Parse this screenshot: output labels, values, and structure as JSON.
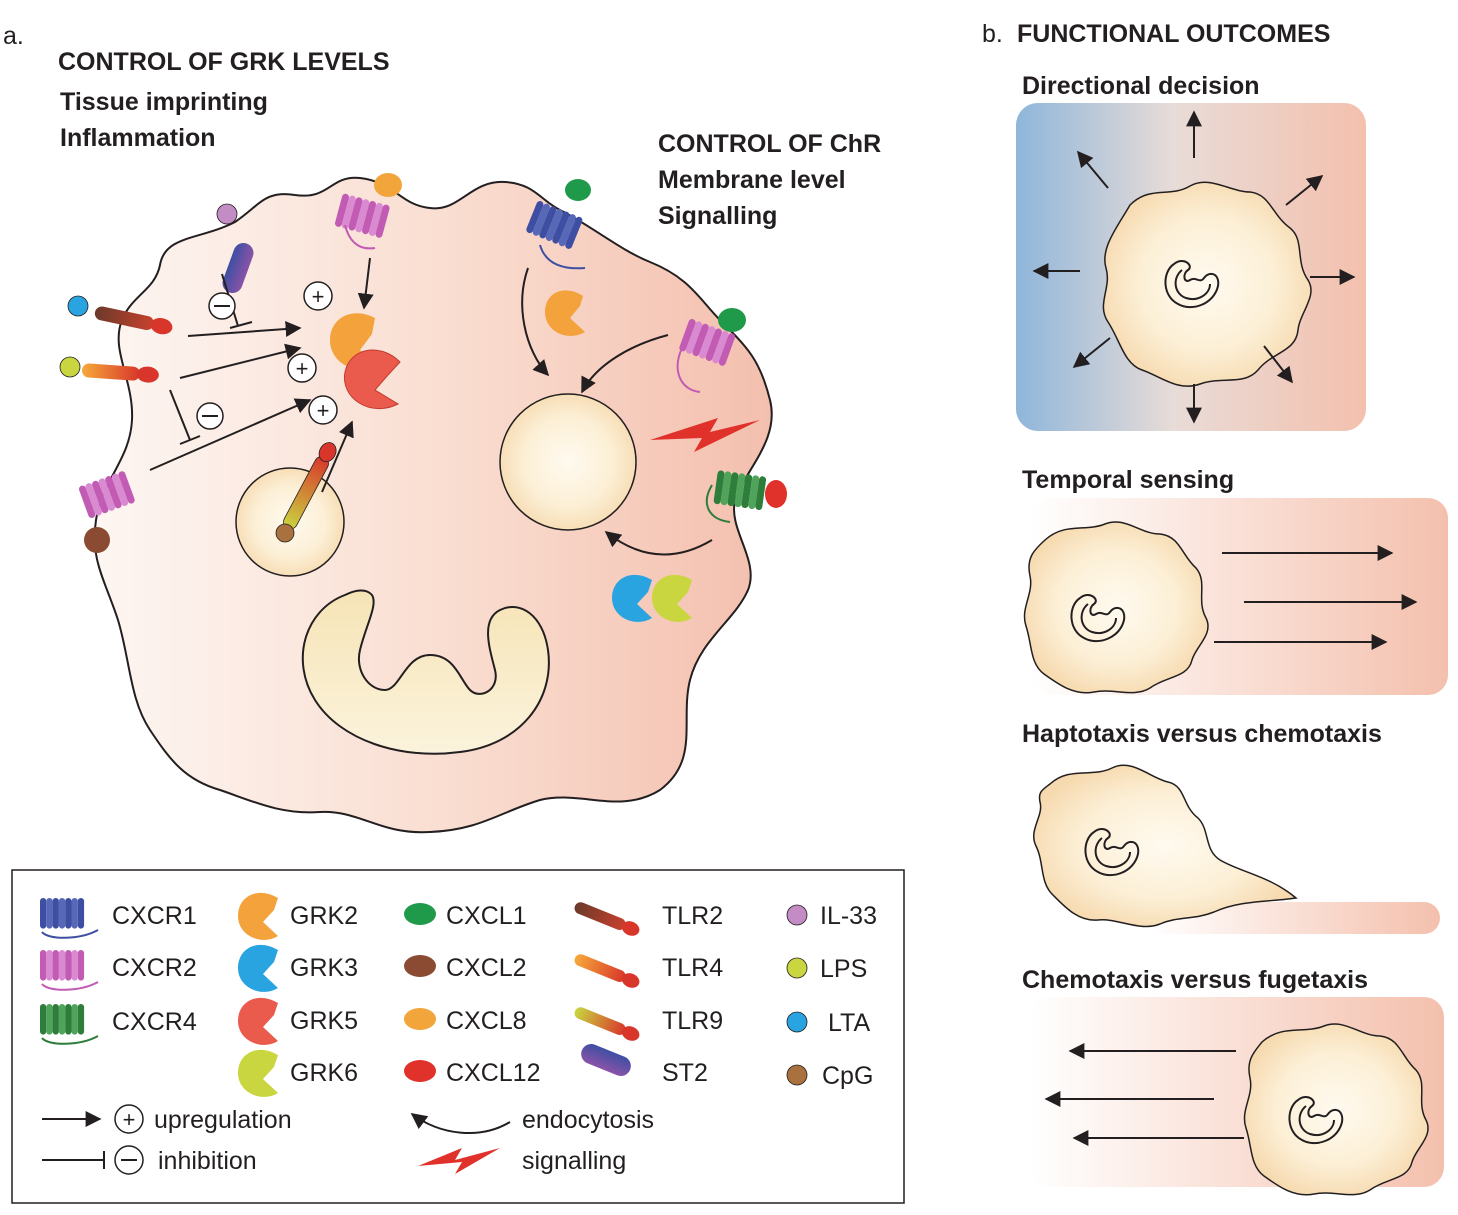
{
  "panel_a": {
    "label": "a.",
    "grk_heading": "CONTROL OF GRK LEVELS",
    "grk_line1": "Tissue imprinting",
    "grk_line2": "Inflammation",
    "chr_heading": "CONTROL OF ChR",
    "chr_line1": "Membrane level",
    "chr_line2": "Signalling"
  },
  "legend": {
    "receptors": [
      "CXCR1",
      "CXCR2",
      "CXCR4"
    ],
    "grks": [
      "GRK2",
      "GRK3",
      "GRK5",
      "GRK6"
    ],
    "chemokines": [
      "CXCL1",
      "CXCL2",
      "CXCL8",
      "CXCL12"
    ],
    "tlrs": [
      "TLR2",
      "TLR4",
      "TLR9",
      "ST2"
    ],
    "ligands": [
      "IL-33",
      "LPS",
      "LTA",
      "CpG"
    ],
    "upregulation": "upregulation",
    "inhibition": "inhibition",
    "endocytosis": "endocytosis",
    "signalling": "signalling"
  },
  "panel_b": {
    "label": "b.",
    "heading": "FUNCTIONAL OUTCOMES",
    "directional": "Directional decision",
    "temporal": "Temporal sensing",
    "haptotaxis": "Haptotaxis versus chemotaxis",
    "chemotaxis": "Chemotaxis versus fugetaxis"
  },
  "colors": {
    "gradient_red": "#f4c4b3",
    "gradient_blue": "#8fb6da",
    "cell_body": "#f9d7c9",
    "cell_light": "#fcf0e2",
    "nucleus": "#f8eccb",
    "grk2": "#f4a23c",
    "grk3": "#2aa4e0",
    "grk5": "#ea5b4d",
    "grk6": "#c9d640",
    "cxcl1": "#1f9a4a",
    "cxcl2": "#8b4a32",
    "cxcl8": "#f2a53b",
    "cxcl12": "#e0312b",
    "il33": "#c48cc4",
    "lps": "#c9d640",
    "lta": "#2aa4e0",
    "cpg": "#a9713e",
    "cxcr1": "#3e4fa3",
    "cxcr2": "#c15bb4",
    "cxcr4": "#2e7d3a",
    "signal": "#e0312b"
  }
}
